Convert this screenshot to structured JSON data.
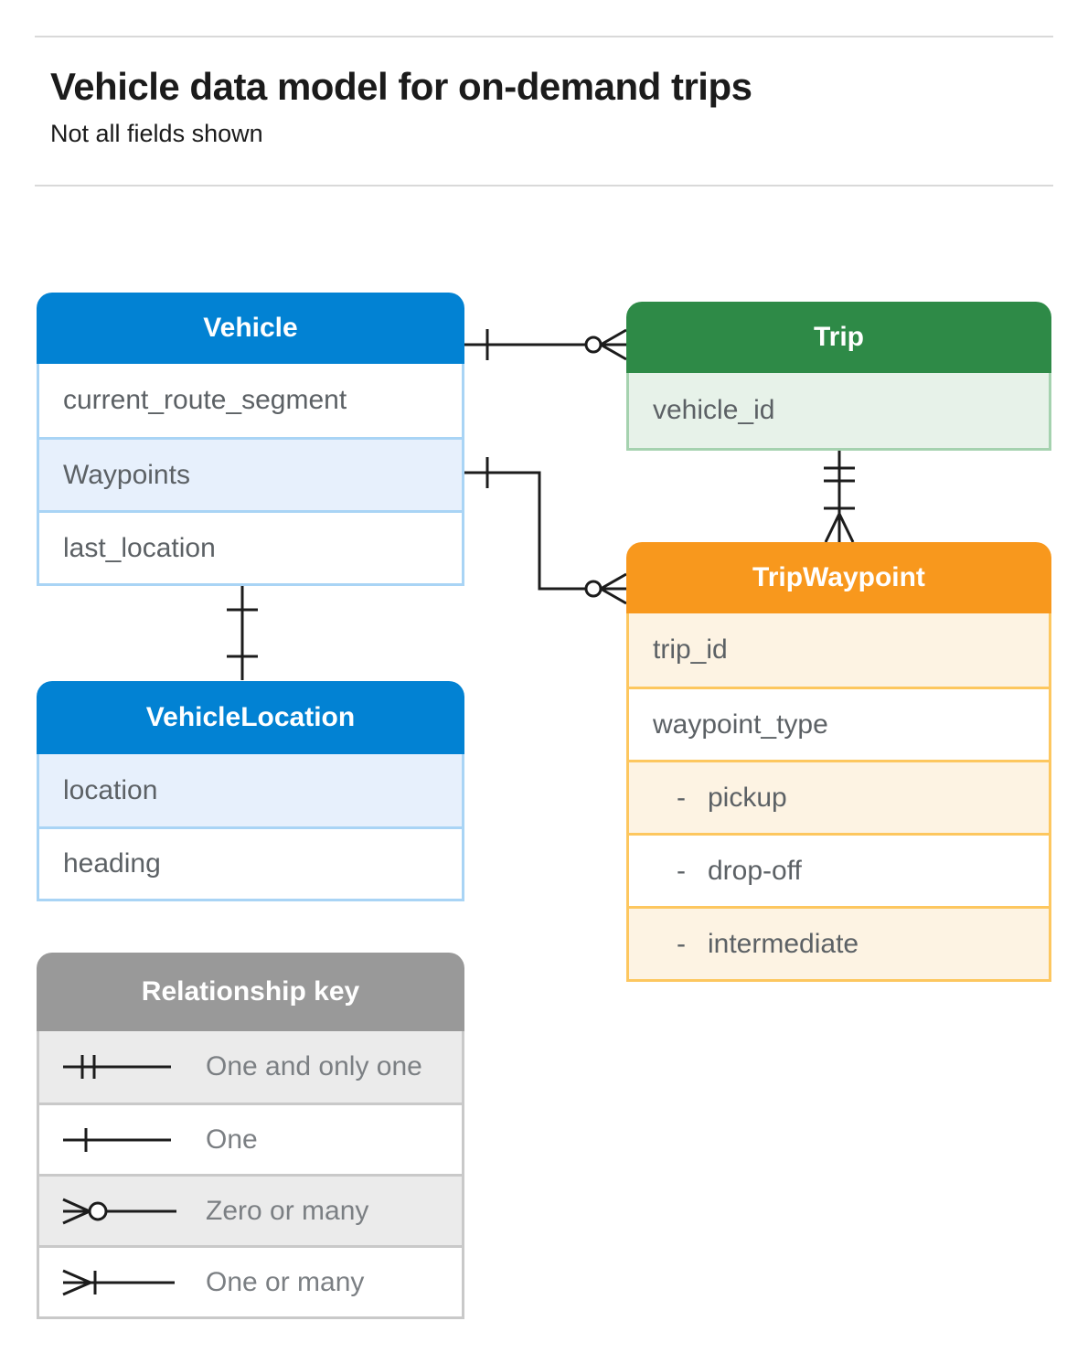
{
  "page": {
    "title": "Vehicle data model for on-demand trips",
    "subtitle": "Not all fields shown"
  },
  "colors": {
    "connector_line": "#1c1c1c",
    "divider": "#d9d9d9",
    "title_text": "#1b1b1b",
    "row_text": "#5c6165",
    "key_text": "#7b7f83"
  },
  "themes": {
    "blue": {
      "header": "#0282d3",
      "border": "#a9d4f5",
      "shade": "#e7f0fc"
    },
    "green": {
      "header": "#2e8a47",
      "border": "#a5d2af",
      "shade": "#e7f2e9"
    },
    "orange": {
      "header": "#f8981d",
      "border": "#fdc75f",
      "shade": "#fdf3e3"
    },
    "gray": {
      "header": "#999999",
      "border": "#c9c9c9",
      "shade": "#ebebeb"
    }
  },
  "entities": [
    {
      "id": "vehicle",
      "title": "Vehicle",
      "theme": "blue",
      "rows": [
        {
          "label": "current_route_segment",
          "shaded": false
        },
        {
          "label": "Waypoints",
          "shaded": true
        },
        {
          "label": "last_location",
          "shaded": false
        }
      ]
    },
    {
      "id": "trip",
      "title": "Trip",
      "theme": "green",
      "rows": [
        {
          "label": "vehicle_id",
          "shaded": true
        }
      ]
    },
    {
      "id": "trip-waypoint",
      "title": "TripWaypoint",
      "theme": "orange",
      "rows": [
        {
          "label": "trip_id",
          "shaded": true
        },
        {
          "label": "waypoint_type",
          "shaded": false
        },
        {
          "prefix": "-",
          "label": "pickup",
          "shaded": true
        },
        {
          "prefix": "-",
          "label": "drop-off",
          "shaded": false
        },
        {
          "prefix": "-",
          "label": "intermediate",
          "shaded": true
        }
      ]
    },
    {
      "id": "vehicle-location",
      "title": "VehicleLocation",
      "theme": "blue",
      "rows": [
        {
          "label": "location",
          "shaded": true
        },
        {
          "label": "heading",
          "shaded": false
        }
      ]
    }
  ],
  "legend": {
    "title": "Relationship key",
    "items": [
      {
        "symbol": "one-and-only-one-icon",
        "label": "One and only one",
        "shaded": true
      },
      {
        "symbol": "one-icon",
        "label": "One",
        "shaded": false
      },
      {
        "symbol": "zero-or-many-icon",
        "label": "Zero or many",
        "shaded": true
      },
      {
        "symbol": "one-or-many-icon",
        "label": "One or many",
        "shaded": false
      }
    ]
  },
  "connectors": [
    {
      "from": "Vehicle",
      "from_symbol": "one",
      "to": "Trip",
      "to_symbol": "zero-or-many"
    },
    {
      "from": "Vehicle.Waypoints",
      "from_symbol": "one",
      "to": "TripWaypoint",
      "to_symbol": "zero-or-many"
    },
    {
      "from": "Trip",
      "from_symbol": "one-and-only-one",
      "to": "TripWaypoint",
      "to_symbol": "one-or-many"
    },
    {
      "from": "Vehicle",
      "from_symbol": "one",
      "to": "VehicleLocation",
      "to_symbol": "one"
    }
  ]
}
